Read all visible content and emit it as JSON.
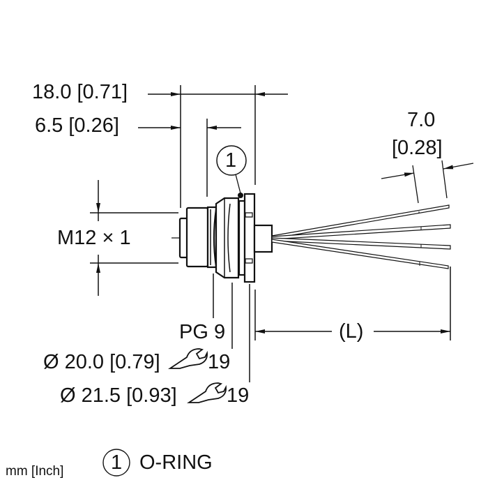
{
  "drawing": {
    "dimensions": {
      "overall_length": "18.0 [0.71]",
      "thread_length": "6.5 [0.26]",
      "thread": "M12 × 1",
      "wire_strip": "7.0",
      "wire_strip_inch": "[0.28]",
      "cable_length": "(L)",
      "gland_thread": "PG 9",
      "diameter_1": "Ø 20.0 [0.79]",
      "wrench_1": "19",
      "diameter_2": "Ø 21.5 [0.93]",
      "wrench_2": "19"
    },
    "callout_number": "1",
    "legend": {
      "units": "mm [Inch]",
      "callout_number": "1",
      "callout_label": "O-RING"
    },
    "icons": [
      "wrench-icon",
      "callout-circle"
    ]
  }
}
